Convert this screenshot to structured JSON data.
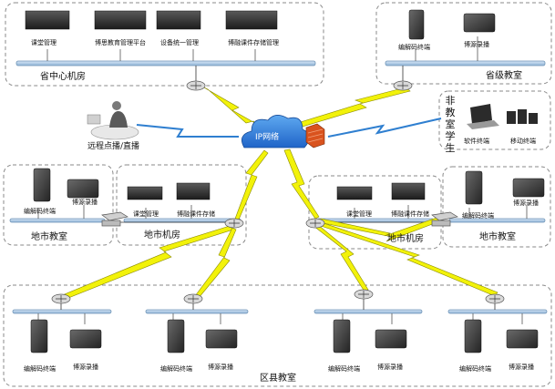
{
  "core": {
    "label": "IP网络"
  },
  "remote": {
    "label": "远程点播/直播"
  },
  "province_center": {
    "title": "省中心机房",
    "servers": [
      "课堂管理",
      "博思教育管理平台",
      "设备统一管理",
      "博融课件存储管理"
    ]
  },
  "province_classroom": {
    "title": "省级教室",
    "devices": [
      "编解码终端",
      "博源录播"
    ]
  },
  "non_classroom": {
    "title": "非教室学生",
    "devices": [
      "软件终端",
      "移动终端"
    ]
  },
  "city_left": {
    "classroom_title": "地市教室",
    "room_title": "地市机房",
    "classroom_devices": [
      "编解码终端",
      "博源录播"
    ],
    "room_devices": [
      "课堂管理",
      "博融课件存储"
    ]
  },
  "city_right": {
    "room_title": "地市机房",
    "classroom_title": "地市教室",
    "room_devices": [
      "课堂管理",
      "博融课件存储"
    ],
    "classroom_devices": [
      "编解码终端",
      "博源录播"
    ]
  },
  "county": {
    "title": "区县教室",
    "groups": [
      {
        "devices": [
          "编解码终端",
          "博源录播"
        ]
      },
      {
        "devices": [
          "编解码终端",
          "博源录播"
        ]
      },
      {
        "devices": [
          "编解码终端",
          "博源录播"
        ]
      },
      {
        "devices": [
          "编解码终端",
          "博源录播"
        ]
      }
    ]
  },
  "colors": {
    "bus": "#a9c7e3",
    "bus_stroke": "#6f93b6",
    "dashed_box": "#8a8a8a",
    "lightning_fill": "#f2f20a",
    "lightning_stroke": "#8a8a00",
    "blue_bolt": "#2f7fd0",
    "cloud": "#2f7fe0",
    "firewall": "#d9531e",
    "device_dark": "#2e2e2e"
  }
}
